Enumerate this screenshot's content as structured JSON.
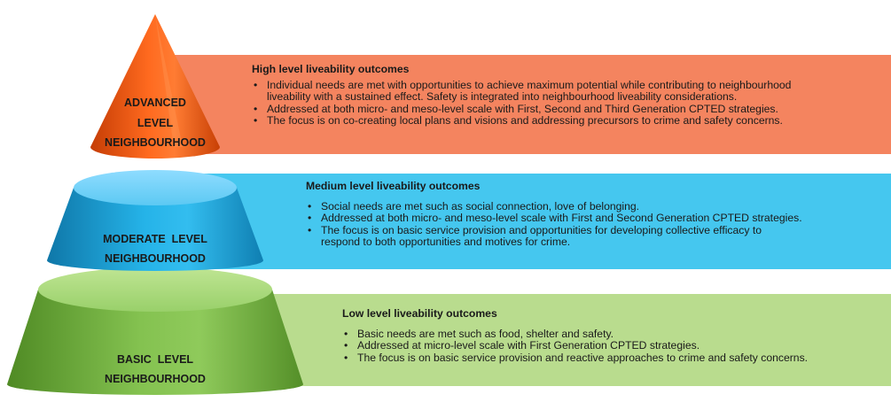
{
  "colors": {
    "high_band": "#f4845f",
    "medium_band": "#45c7ef",
    "low_band": "#b9dc8e",
    "advanced_cone": "#ff5a14",
    "moderate_cone": "#1ba6dd",
    "basic_cone": "#7cb84a"
  },
  "tiers": {
    "advanced": {
      "label_lines": [
        "ADVANCED",
        "LEVEL",
        "NEIGHBOURHOOD"
      ]
    },
    "moderate": {
      "label_lines": [
        "MODERATE  LEVEL",
        "NEIGHBOURHOOD"
      ]
    },
    "basic": {
      "label_lines": [
        "BASIC  LEVEL",
        "NEIGHBOURHOOD"
      ]
    }
  },
  "bands": {
    "high": {
      "title": "High level liveability outcomes",
      "bullets": [
        "Individual  needs  are met with opportunities to achieve maximum potential while contributing  to neighbourhood",
        "Addressed at both micro- and meso-level scale with First, Second and Third Generation CPTED strategies.",
        "The focus is on co-creating local plans and visions and addressing precursors to crime and safety  concerns."
      ],
      "continuation": "liveability with a sustained effect. Safety is integrated into neighbourhood liveability considerations."
    },
    "medium": {
      "title": "Medium level liveability outcomes",
      "bullets": [
        "Social needs are met such as social connection,  love of belonging.",
        "Addressed at both micro-  and meso-level scale with First and Second Generation CPTED strategies.",
        "The focus is on basic service provision and opportunities for developing collective efficacy to"
      ],
      "continuation": "respond to both opportunities and motives for crime."
    },
    "low": {
      "title": "Low level liveability outcomes",
      "bullets": [
        "Basic needs are met such as food, shelter and safety.",
        "Addressed at micro-level scale with First Generation CPTED strategies.",
        "The focus is on basic service provision and reactive approaches to crime and safety concerns."
      ]
    }
  }
}
